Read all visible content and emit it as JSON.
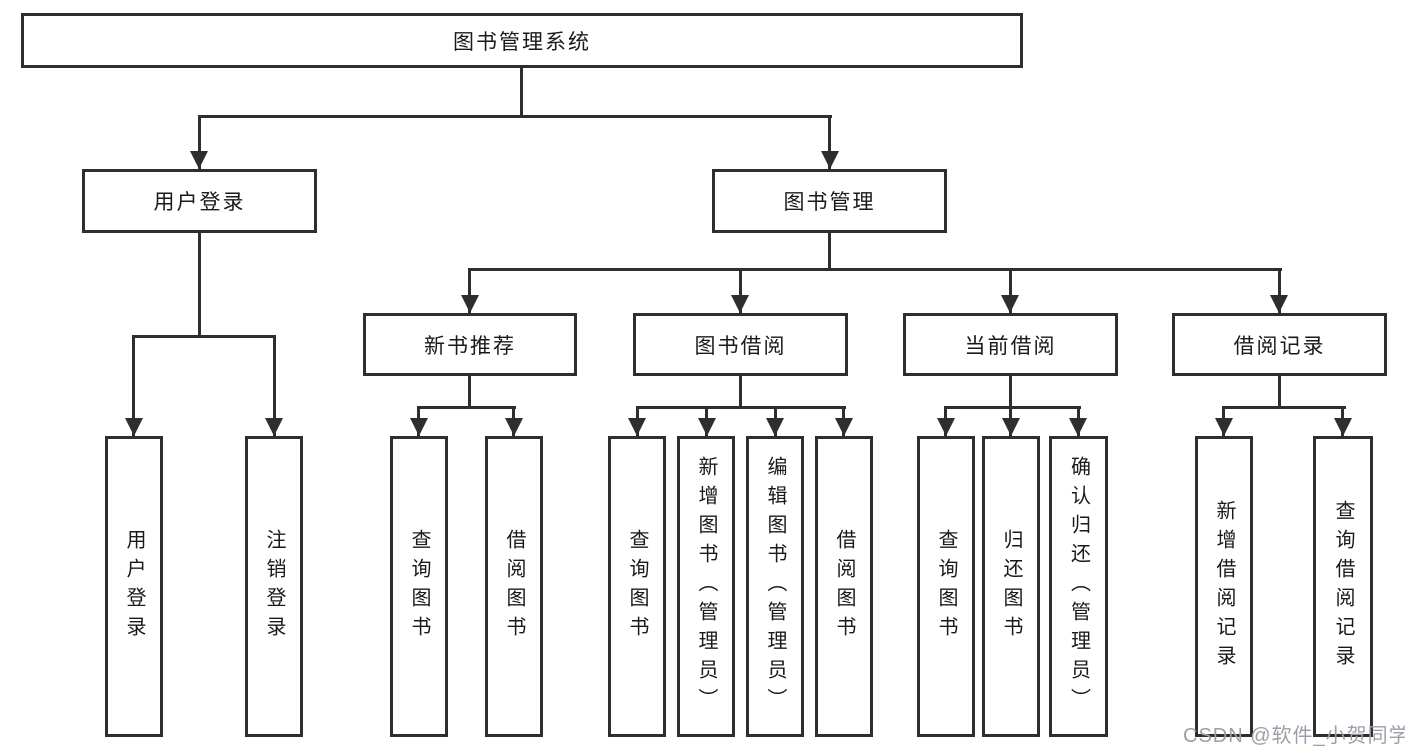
{
  "tree": {
    "root": {
      "label": "图书管理系统"
    },
    "branches": [
      {
        "label": "用户登录",
        "children": [
          {
            "label": "用户登录"
          },
          {
            "label": "注销登录"
          }
        ]
      },
      {
        "label": "图书管理",
        "children": [
          {
            "label": "新书推荐",
            "children": [
              {
                "label": "查询图书"
              },
              {
                "label": "借阅图书"
              }
            ]
          },
          {
            "label": "图书借阅",
            "children": [
              {
                "label": "查询图书"
              },
              {
                "label": "新增图书（管理员）"
              },
              {
                "label": "编辑图书（管理员）"
              },
              {
                "label": "借阅图书"
              }
            ]
          },
          {
            "label": "当前借阅",
            "children": [
              {
                "label": "查询图书"
              },
              {
                "label": "归还图书"
              },
              {
                "label": "确认归还（管理员）"
              }
            ]
          },
          {
            "label": "借阅记录",
            "children": [
              {
                "label": "新增借阅记录"
              },
              {
                "label": "查询借阅记录"
              }
            ]
          }
        ]
      }
    ]
  },
  "watermark": {
    "text": "CSDN @软件_小贺同学"
  },
  "colors": {
    "line": "#2e2e2e",
    "text": "#1a1a1a",
    "background": "#ffffff",
    "watermark": "#9aa0a8"
  }
}
